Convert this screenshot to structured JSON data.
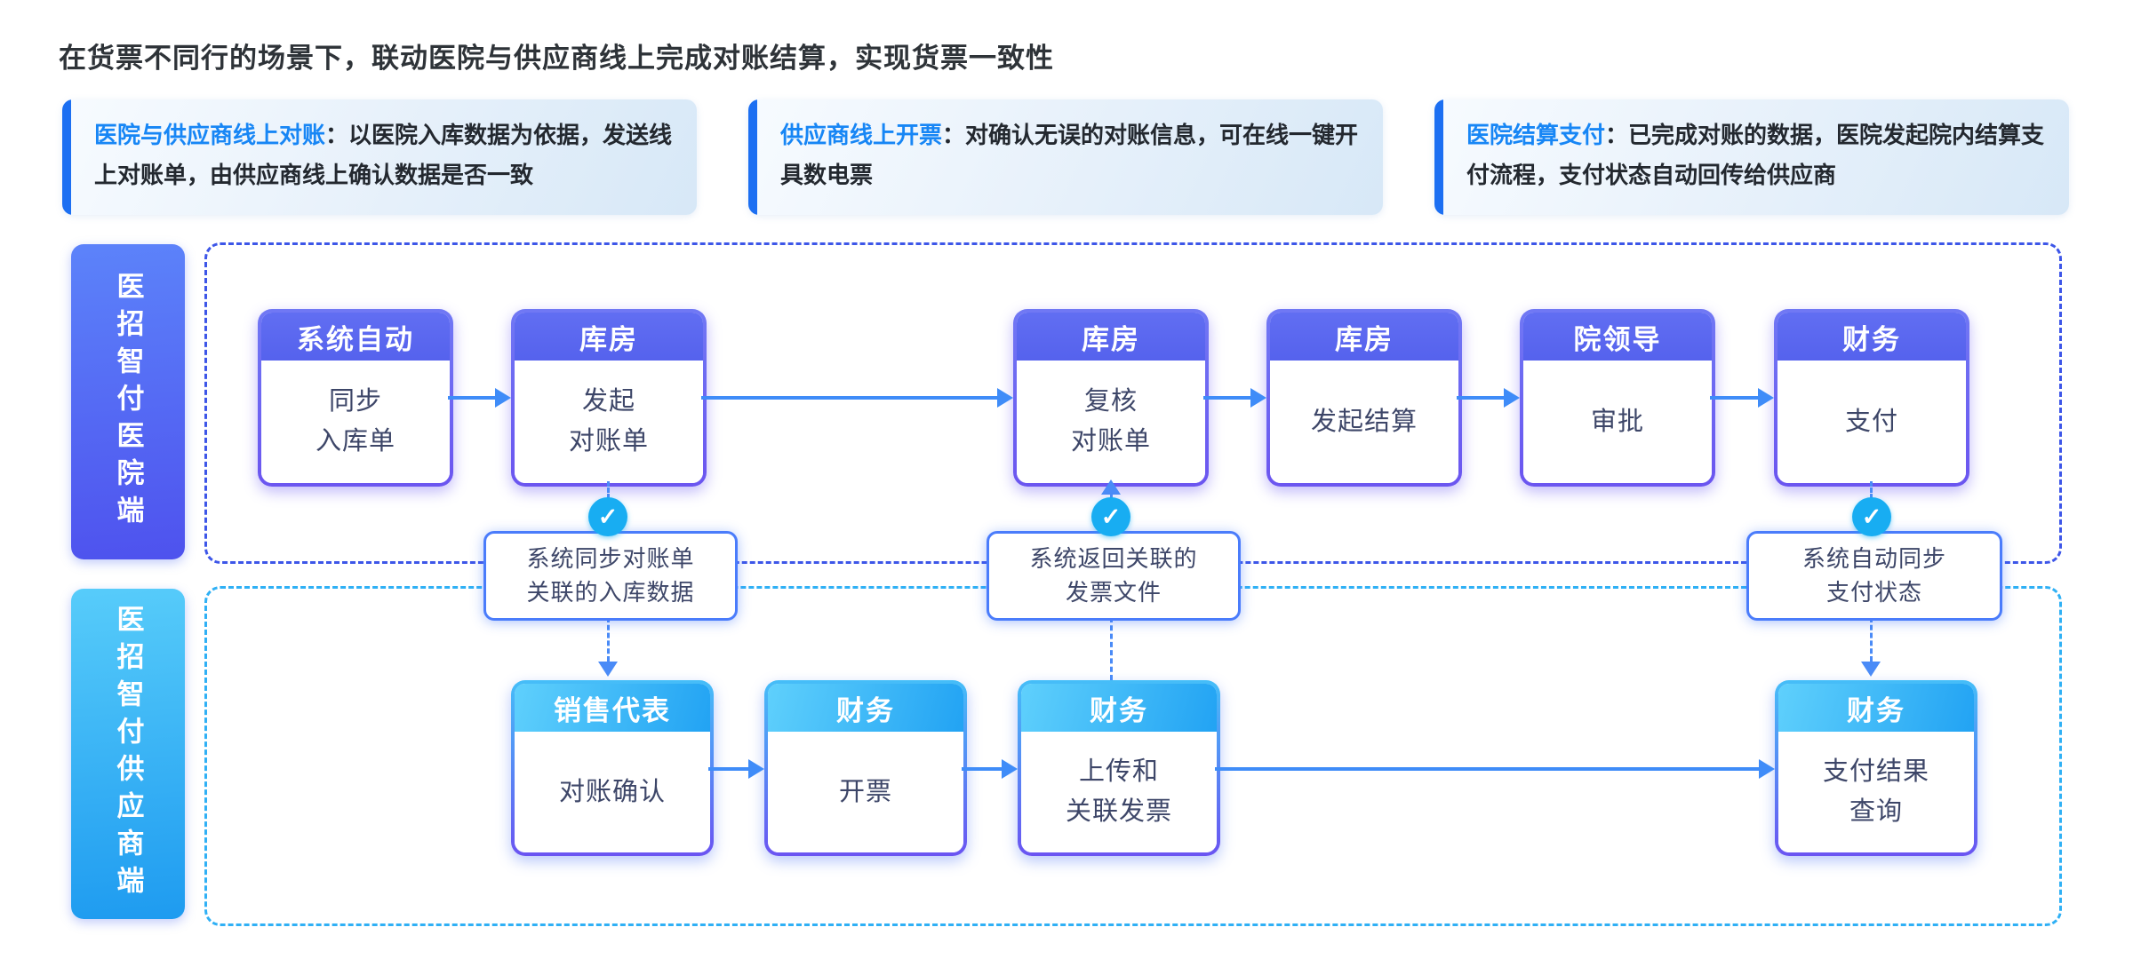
{
  "title": "在货票不同行的场景下，联动医院与供应商线上完成对账结算，实现货票一致性",
  "info_cards": [
    {
      "keyword": "医院与供应商线上对账",
      "separator": "：",
      "desc": "以医院入库数据为依据，发送线上对账单，由供应商线上确认数据是否一致"
    },
    {
      "keyword": "供应商线上开票",
      "separator": "：",
      "desc": "对确认无误的对账信息，可在线一键开具数电票"
    },
    {
      "keyword": "医院结算支付",
      "separator": "：",
      "desc": "已完成对账的数据，医院发起院内结算支付流程，支付状态自动回传给供应商"
    }
  ],
  "lanes": [
    {
      "label": "医招智付医院端"
    },
    {
      "label": "医招智付供应商端"
    }
  ],
  "hospital_steps": [
    {
      "role": "系统自动",
      "lines": [
        "同步",
        "入库单"
      ]
    },
    {
      "role": "库房",
      "lines": [
        "发起",
        "对账单"
      ]
    },
    {
      "role": "库房",
      "lines": [
        "复核",
        "对账单"
      ]
    },
    {
      "role": "库房",
      "lines": [
        "发起结算"
      ]
    },
    {
      "role": "院领导",
      "lines": [
        "审批"
      ]
    },
    {
      "role": "财务",
      "lines": [
        "支付"
      ]
    }
  ],
  "supplier_steps": [
    {
      "role": "销售代表",
      "lines": [
        "对账确认"
      ]
    },
    {
      "role": "财务",
      "lines": [
        "开票"
      ]
    },
    {
      "role": "财务",
      "lines": [
        "上传和",
        "关联发票"
      ]
    },
    {
      "role": "财务",
      "lines": [
        "支付结果",
        "查询"
      ]
    }
  ],
  "sync_notes": [
    {
      "lines": [
        "系统同步对账单",
        "关联的入库数据"
      ]
    },
    {
      "lines": [
        "系统返回关联的",
        "发票文件"
      ]
    },
    {
      "lines": [
        "系统自动同步",
        "支付状态"
      ]
    }
  ],
  "icons": {
    "check": "✓"
  },
  "colors": {
    "arrow": "#3F8CF8",
    "hospital_header": "#5865EE",
    "supplier_header_start": "#5FD0FC",
    "supplier_header_end": "#22A3F3",
    "hospital_lane_start": "#5C83FA",
    "hospital_lane_end": "#4E52EE",
    "supplier_lane_start": "#57CCFA",
    "supplier_lane_end": "#1E9BF0",
    "region_hospital_border": "#3D56E8",
    "region_supplier_border": "#2FB0F5",
    "check_icon": "#18ADF2",
    "card_accent_bar": "#1C6FF2",
    "keyword_blue": "#1786F5"
  }
}
